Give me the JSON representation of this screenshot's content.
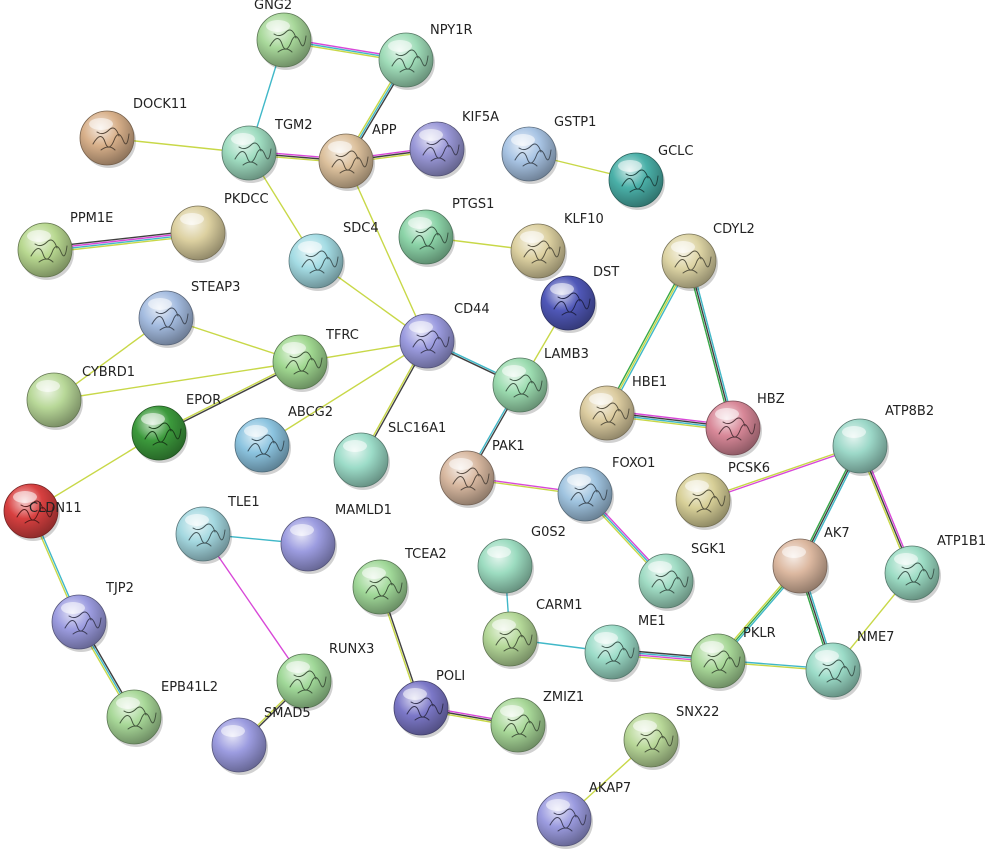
{
  "nodes": [
    {
      "id": "GNG2",
      "label": "GNG2",
      "color": "#a8d89a",
      "icon": "protein-structure-icon"
    },
    {
      "id": "NPY1R",
      "label": "NPY1R",
      "color": "#9fdcb8",
      "icon": "protein-structure-icon"
    },
    {
      "id": "DOCK11",
      "label": "DOCK11",
      "color": "#d8b08a",
      "icon": "protein-structure-icon"
    },
    {
      "id": "TGM2",
      "label": "TGM2",
      "color": "#9fdcc0",
      "icon": "protein-structure-icon"
    },
    {
      "id": "APP",
      "label": "APP",
      "color": "#dcc09c",
      "icon": "protein-structure-icon"
    },
    {
      "id": "KIF5A",
      "label": "KIF5A",
      "color": "#9a98d8",
      "icon": "protein-structure-icon"
    },
    {
      "id": "GSTP1",
      "label": "GSTP1",
      "color": "#a8c4e4",
      "icon": "protein-structure-icon"
    },
    {
      "id": "GCLC",
      "label": "GCLC",
      "color": "#4ab0a8",
      "icon": "protein-structure-icon"
    },
    {
      "id": "PPM1E",
      "label": "PPM1E",
      "color": "#b8d890",
      "icon": "protein-structure-icon"
    },
    {
      "id": "PKDCC",
      "label": "PKDCC",
      "color": "#dcd0a0",
      "icon": "none"
    },
    {
      "id": "SDC4",
      "label": "SDC4",
      "color": "#a4dce4",
      "icon": "protein-structure-icon"
    },
    {
      "id": "PTGS1",
      "label": "PTGS1",
      "color": "#8cd4a8",
      "icon": "protein-structure-icon"
    },
    {
      "id": "KLF10",
      "label": "KLF10",
      "color": "#dcd0a0",
      "icon": "protein-structure-icon"
    },
    {
      "id": "CDYL2",
      "label": "CDYL2",
      "color": "#ddd4a4",
      "icon": "protein-structure-icon"
    },
    {
      "id": "DST",
      "label": "DST",
      "color": "#5058b8",
      "icon": "protein-structure-icon"
    },
    {
      "id": "STEAP3",
      "label": "STEAP3",
      "color": "#a4bce0",
      "icon": "protein-structure-icon"
    },
    {
      "id": "CD44",
      "label": "CD44",
      "color": "#9c9ce0",
      "icon": "protein-structure-icon"
    },
    {
      "id": "TFRC",
      "label": "TFRC",
      "color": "#a0d890",
      "icon": "protein-structure-icon"
    },
    {
      "id": "LAMB3",
      "label": "LAMB3",
      "color": "#9cdcb0",
      "icon": "protein-structure-icon"
    },
    {
      "id": "CYBRD1",
      "label": "CYBRD1",
      "color": "#b8d898",
      "icon": "none"
    },
    {
      "id": "EPOR",
      "label": "EPOR",
      "color": "#3c9a3c",
      "icon": "protein-structure-icon"
    },
    {
      "id": "ABCG2",
      "label": "ABCG2",
      "color": "#8cc4e0",
      "icon": "protein-structure-icon"
    },
    {
      "id": "HBE1",
      "label": "HBE1",
      "color": "#dccca0",
      "icon": "protein-structure-icon"
    },
    {
      "id": "HBZ",
      "label": "HBZ",
      "color": "#d88898",
      "icon": "protein-structure-icon"
    },
    {
      "id": "ATP8B2",
      "label": "ATP8B2",
      "color": "#9cd8c8",
      "icon": "none"
    },
    {
      "id": "SLC16A1",
      "label": "SLC16A1",
      "color": "#9cdcc8",
      "icon": "none"
    },
    {
      "id": "PAK1",
      "label": "PAK1",
      "color": "#d8b8a0",
      "icon": "protein-structure-icon"
    },
    {
      "id": "FOXO1",
      "label": "FOXO1",
      "color": "#a0c4e0",
      "icon": "protein-structure-icon"
    },
    {
      "id": "PCSK6",
      "label": "PCSK6",
      "color": "#d8d098",
      "icon": "protein-structure-icon"
    },
    {
      "id": "CLDN11",
      "label": "CLDN11",
      "color": "#d84040",
      "icon": "protein-structure-icon"
    },
    {
      "id": "TLE1",
      "label": "TLE1",
      "color": "#a4d8e0",
      "icon": "protein-structure-icon"
    },
    {
      "id": "MAMLD1",
      "label": "MAMLD1",
      "color": "#9c9ce0",
      "icon": "none"
    },
    {
      "id": "G0S2",
      "label": "G0S2",
      "color": "#9cdcc0",
      "icon": "none"
    },
    {
      "id": "AK7",
      "label": "AK7",
      "color": "#dcb8a0",
      "icon": "none"
    },
    {
      "id": "ATP1B1",
      "label": "ATP1B1",
      "color": "#9cdcc4",
      "icon": "protein-structure-icon"
    },
    {
      "id": "TCEA2",
      "label": "TCEA2",
      "color": "#a0d898",
      "icon": "protein-structure-icon"
    },
    {
      "id": "SGK1",
      "label": "SGK1",
      "color": "#a0dcc4",
      "icon": "protein-structure-icon"
    },
    {
      "id": "TJP2",
      "label": "TJP2",
      "color": "#9c9ce0",
      "icon": "protein-structure-icon"
    },
    {
      "id": "CARM1",
      "label": "CARM1",
      "color": "#b4d898",
      "icon": "protein-structure-icon"
    },
    {
      "id": "ME1",
      "label": "ME1",
      "color": "#9cdcc8",
      "icon": "protein-structure-icon"
    },
    {
      "id": "RUNX3",
      "label": "RUNX3",
      "color": "#a0d898",
      "icon": "protein-structure-icon"
    },
    {
      "id": "PKLR",
      "label": "PKLR",
      "color": "#a8d898",
      "icon": "protein-structure-icon"
    },
    {
      "id": "NME7",
      "label": "NME7",
      "color": "#9cdcc8",
      "icon": "protein-structure-icon"
    },
    {
      "id": "POLI",
      "label": "POLI",
      "color": "#7c78c8",
      "icon": "protein-structure-icon"
    },
    {
      "id": "EPB41L2",
      "label": "EPB41L2",
      "color": "#a8d898",
      "icon": "protein-structure-icon"
    },
    {
      "id": "ZMIZ1",
      "label": "ZMIZ1",
      "color": "#a8d898",
      "icon": "protein-structure-icon"
    },
    {
      "id": "SMAD5",
      "label": "SMAD5",
      "color": "#9c9ce0",
      "icon": "none"
    },
    {
      "id": "SNX22",
      "label": "SNX22",
      "color": "#b8d898",
      "icon": "protein-structure-icon"
    },
    {
      "id": "AKAP7",
      "label": "AKAP7",
      "color": "#9c9ce0",
      "icon": "protein-structure-icon"
    }
  ],
  "edges": [
    {
      "source": "GNG2",
      "target": "NPY1R",
      "colors": [
        "#d848d8",
        "#40b8c8",
        "#c8d848"
      ]
    },
    {
      "source": "GNG2",
      "target": "TGM2",
      "colors": [
        "#40b8c8"
      ]
    },
    {
      "source": "NPY1R",
      "target": "APP",
      "colors": [
        "#404040",
        "#40b8c8",
        "#c8d848"
      ]
    },
    {
      "source": "DOCK11",
      "target": "TGM2",
      "colors": [
        "#c8d848"
      ]
    },
    {
      "source": "TGM2",
      "target": "APP",
      "colors": [
        "#d848d8",
        "#404040",
        "#c8d848"
      ]
    },
    {
      "source": "APP",
      "target": "KIF5A",
      "colors": [
        "#d848d8",
        "#404040",
        "#c8d848"
      ]
    },
    {
      "source": "TGM2",
      "target": "SDC4",
      "colors": [
        "#c8d848"
      ]
    },
    {
      "source": "APP",
      "target": "CD44",
      "colors": [
        "#c8d848"
      ]
    },
    {
      "source": "GSTP1",
      "target": "GCLC",
      "colors": [
        "#c8d848"
      ]
    },
    {
      "source": "PPM1E",
      "target": "PKDCC",
      "colors": [
        "#404040",
        "#d848d8",
        "#40b8c8",
        "#c8d848"
      ]
    },
    {
      "source": "PTGS1",
      "target": "KLF10",
      "colors": [
        "#c8d848"
      ]
    },
    {
      "source": "SDC4",
      "target": "CD44",
      "colors": [
        "#c8d848"
      ]
    },
    {
      "source": "CDYL2",
      "target": "HBE1",
      "colors": [
        "#40b8c8",
        "#c8d848",
        "#38a848"
      ]
    },
    {
      "source": "CDYL2",
      "target": "HBZ",
      "colors": [
        "#40b8c8",
        "#404040",
        "#38a848"
      ]
    },
    {
      "source": "HBE1",
      "target": "HBZ",
      "colors": [
        "#d848d8",
        "#404040",
        "#40b8c8",
        "#c8d848"
      ]
    },
    {
      "source": "DST",
      "target": "LAMB3",
      "colors": [
        "#c8d848"
      ]
    },
    {
      "source": "STEAP3",
      "target": "TFRC",
      "colors": [
        "#c8d848"
      ]
    },
    {
      "source": "STEAP3",
      "target": "CYBRD1",
      "colors": [
        "#c8d848"
      ]
    },
    {
      "source": "CYBRD1",
      "target": "TFRC",
      "colors": [
        "#c8d848"
      ]
    },
    {
      "source": "TFRC",
      "target": "CD44",
      "colors": [
        "#c8d848"
      ]
    },
    {
      "source": "TFRC",
      "target": "EPOR",
      "colors": [
        "#404040",
        "#c8d848"
      ]
    },
    {
      "source": "CD44",
      "target": "LAMB3",
      "colors": [
        "#40b8c8",
        "#404040"
      ]
    },
    {
      "source": "CD44",
      "target": "ABCG2",
      "colors": [
        "#c8d848"
      ]
    },
    {
      "source": "CD44",
      "target": "SLC16A1",
      "colors": [
        "#404040",
        "#c8d848"
      ]
    },
    {
      "source": "LAMB3",
      "target": "PAK1",
      "colors": [
        "#404040",
        "#40b8c8"
      ]
    },
    {
      "source": "EPOR",
      "target": "CLDN11",
      "colors": [
        "#c8d848"
      ]
    },
    {
      "source": "PAK1",
      "target": "FOXO1",
      "colors": [
        "#d848d8",
        "#c8d848"
      ]
    },
    {
      "source": "FOXO1",
      "target": "SGK1",
      "colors": [
        "#d848d8",
        "#40b8c8",
        "#c8d848"
      ]
    },
    {
      "source": "ATP8B2",
      "target": "PCSK6",
      "colors": [
        "#d848d8",
        "#c8d848"
      ]
    },
    {
      "source": "ATP8B2",
      "target": "AK7",
      "colors": [
        "#40b8c8",
        "#404040",
        "#38a848"
      ]
    },
    {
      "source": "ATP8B2",
      "target": "ATP1B1",
      "colors": [
        "#d848d8",
        "#404040",
        "#c8d848"
      ]
    },
    {
      "source": "AK7",
      "target": "PKLR",
      "colors": [
        "#40b8c8",
        "#38a848",
        "#c8d848"
      ]
    },
    {
      "source": "AK7",
      "target": "NME7",
      "colors": [
        "#40b8c8",
        "#404040",
        "#38a848"
      ]
    },
    {
      "source": "ATP1B1",
      "target": "NME7",
      "colors": [
        "#c8d848"
      ]
    },
    {
      "source": "CLDN11",
      "target": "TJP2",
      "colors": [
        "#40b8c8",
        "#c8d848"
      ]
    },
    {
      "source": "TLE1",
      "target": "MAMLD1",
      "colors": [
        "#40b8c8"
      ]
    },
    {
      "source": "TLE1",
      "target": "RUNX3",
      "colors": [
        "#d848d8"
      ]
    },
    {
      "source": "G0S2",
      "target": "CARM1",
      "colors": [
        "#40b8c8"
      ]
    },
    {
      "source": "CARM1",
      "target": "ME1",
      "colors": [
        "#40b8c8"
      ]
    },
    {
      "source": "ME1",
      "target": "PKLR",
      "colors": [
        "#404040",
        "#40b8c8",
        "#d848d8",
        "#c8d848"
      ]
    },
    {
      "source": "PKLR",
      "target": "NME7",
      "colors": [
        "#40b8c8",
        "#c8d848"
      ]
    },
    {
      "source": "TCEA2",
      "target": "POLI",
      "colors": [
        "#404040",
        "#c8d848"
      ]
    },
    {
      "source": "POLI",
      "target": "ZMIZ1",
      "colors": [
        "#d848d8",
        "#404040",
        "#c8d848"
      ]
    },
    {
      "source": "TJP2",
      "target": "EPB41L2",
      "colors": [
        "#404040",
        "#40b8c8",
        "#c8d848"
      ]
    },
    {
      "source": "RUNX3",
      "target": "SMAD5",
      "colors": [
        "#404040",
        "#c8d848"
      ]
    },
    {
      "source": "SNX22",
      "target": "AKAP7",
      "colors": [
        "#c8d848"
      ]
    }
  ]
}
